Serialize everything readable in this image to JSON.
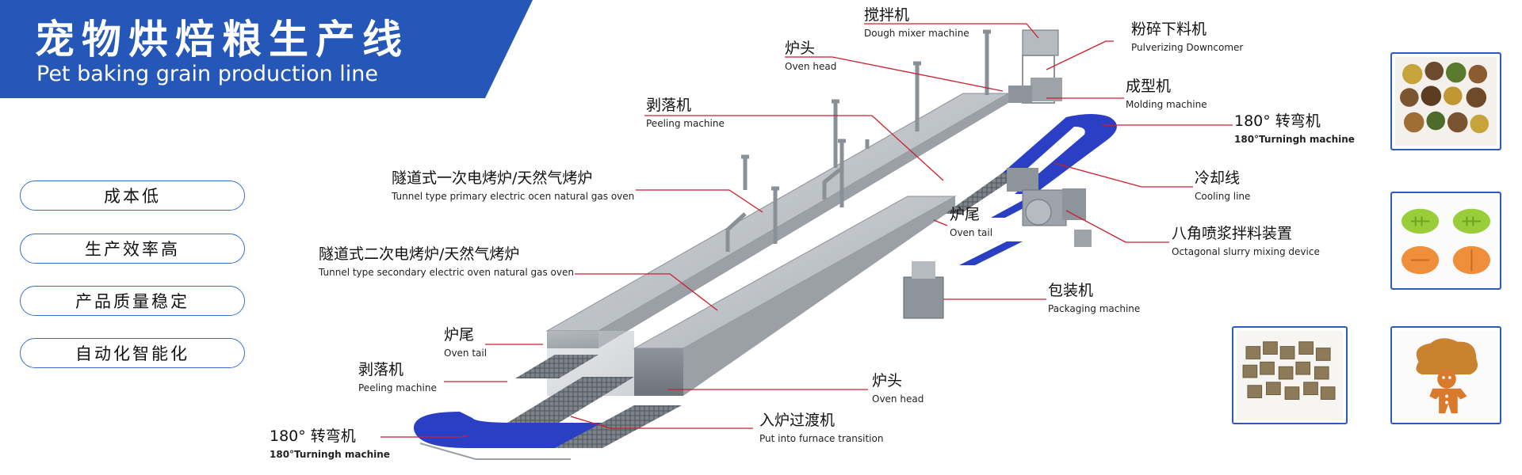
{
  "header": {
    "title_zh": "宠物烘焙粮生产线",
    "title_en": "Pet baking grain production line"
  },
  "features": [
    "成本低",
    "生产效率高",
    "产品质量稳定",
    "自动化智能化"
  ],
  "labels": {
    "dough_mixer": {
      "zh": "搅拌机",
      "en": "Dough mixer machine"
    },
    "pulverizing": {
      "zh": "粉碎下料机",
      "en": "Pulverizing Downcomer"
    },
    "oven_head_top": {
      "zh": "炉头",
      "en": "Oven head"
    },
    "molding": {
      "zh": "成型机",
      "en": "Molding machine"
    },
    "peeling_top": {
      "zh": "剥落机",
      "en": "Peeling machine"
    },
    "turn_top": {
      "zh": "180° 转弯机",
      "en": "180°Turningh machine"
    },
    "tunnel_primary": {
      "zh": "隧道式一次电烤炉/天然气烤炉",
      "en": "Tunnel type primary electric ocen natural gas oven"
    },
    "cooling": {
      "zh": "冷却线",
      "en": "Cooling line"
    },
    "oven_tail_top": {
      "zh": "炉尾",
      "en": "Oven tail"
    },
    "octagonal": {
      "zh": "八角喷浆拌料装置",
      "en": "Octagonal slurry mixing device"
    },
    "tunnel_secondary": {
      "zh": "隧道式二次电烤炉/天然气烤炉",
      "en": "Tunnel type secondary electric oven natural gas oven"
    },
    "packaging": {
      "zh": "包装机",
      "en": "Packaging machine"
    },
    "oven_tail_bottom": {
      "zh": "炉尾",
      "en": "Oven tail"
    },
    "peeling_bottom": {
      "zh": "剥落机",
      "en": "Peeling machine"
    },
    "oven_head_bottom": {
      "zh": "炉头",
      "en": "Oven head"
    },
    "turn_bottom": {
      "zh": "180° 转弯机",
      "en": "180°Turningh machine"
    },
    "transition": {
      "zh": "入炉过渡机",
      "en": "Put into furnace transition"
    }
  },
  "colors": {
    "brand_blue": "#2457b8",
    "conveyor_blue": "#2a3fc4",
    "leader_red": "#cc1f2f",
    "oven_gray": "#b9bec4"
  }
}
